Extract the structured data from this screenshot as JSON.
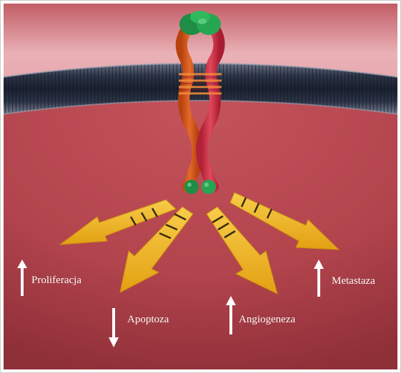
{
  "figure": {
    "labels": [
      {
        "id": "proliferacja",
        "text": "Proliferacja",
        "direction": "up"
      },
      {
        "id": "apoptoza",
        "text": "Apoptoza",
        "direction": "down"
      },
      {
        "id": "angiogeneza",
        "text": "Angiogeneza",
        "direction": "up"
      },
      {
        "id": "metastaza",
        "text": "Metastaza",
        "direction": "up"
      }
    ],
    "colors": {
      "cell_interior": "#b5454e",
      "extracellular": "#e7a9ae",
      "membrane": "#2a3448",
      "receptor_left": "#d2541c",
      "receptor_right": "#d6384c",
      "ligand": "#1f9a4a",
      "signal_arrow": "#f2b51f"
    }
  }
}
